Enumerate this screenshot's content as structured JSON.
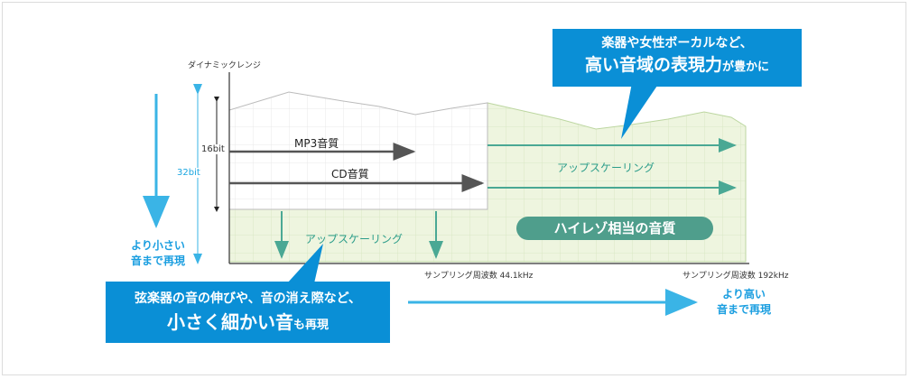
{
  "axis": {
    "y_title": "ダイナミックレンジ",
    "bit_16": "16bit",
    "bit_32": "32bit",
    "freq_cd": "サンプリング周波数 44.1kHz",
    "freq_hires": "サンプリング周波数 192kHz"
  },
  "labels": {
    "mp3": "MP3音質",
    "cd": "CD音質",
    "upscaling_top": "アップスケーリング",
    "upscaling_bottom": "アップスケーリング",
    "hires_equivalent": "ハイレゾ相当の音質"
  },
  "left_note": {
    "line1": "より小さい",
    "line2": "音まで再現"
  },
  "right_note": {
    "line1": "より高い",
    "line2": "音まで再現"
  },
  "callout_top": {
    "line1": "楽器や女性ボーカルなど、",
    "line2_big": "高い音域の表現力",
    "line2_small": "が豊かに"
  },
  "callout_bottom": {
    "line1": "弦楽器の音の伸びや、音の消え際など、",
    "line2_big": "小さく細かい音",
    "line2_small": "も再現"
  },
  "colors": {
    "callout_blue": "#0a8fd6",
    "accent_blue": "#3ab4e6",
    "teal": "#4f9e8c",
    "area_green": "#eef5df"
  }
}
